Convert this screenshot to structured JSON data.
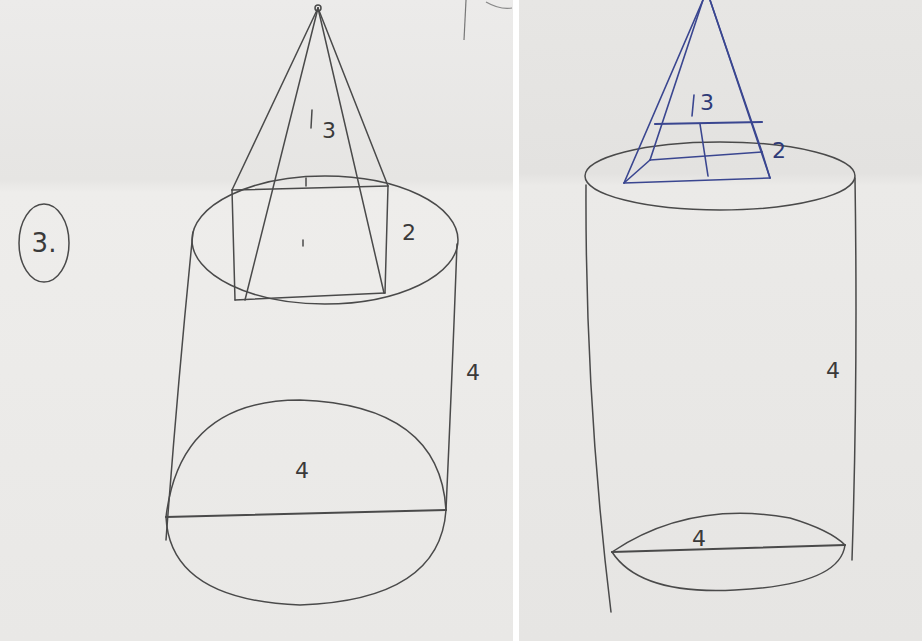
{
  "diagram": {
    "nodes": [
      {
        "text": [
          "3."
        ]
      }
    ],
    "labels": [
      "3",
      "2",
      "4",
      "4",
      "3",
      "2",
      "4",
      "4"
    ]
  }
}
